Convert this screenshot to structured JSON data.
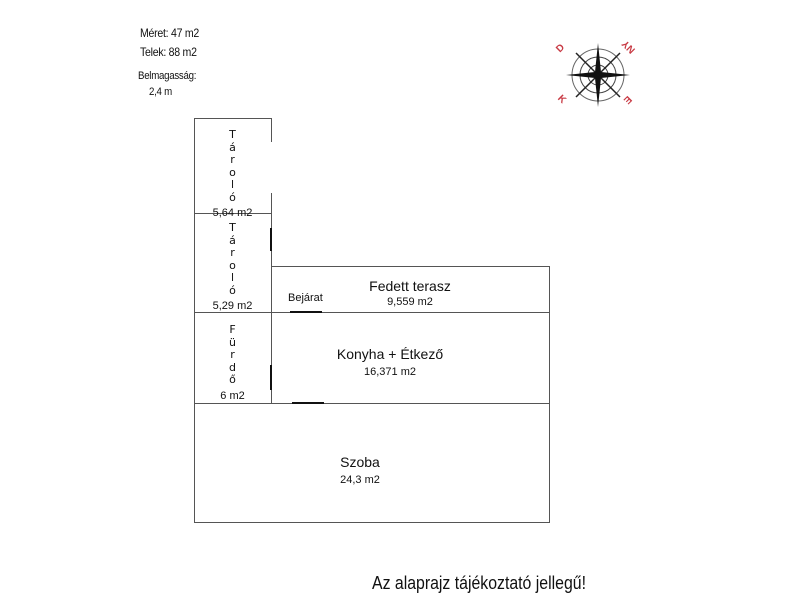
{
  "info": {
    "size": "Méret: 47 m2",
    "plot": "Telek: 88 m2",
    "ceiling_label": "Belmagasság:",
    "ceiling_value": "2,4 m"
  },
  "compass": {
    "icon": "compass-rose-icon",
    "letters": {
      "top_left": "D",
      "top_right": "NY",
      "bottom_left": "K",
      "bottom_right": "E"
    },
    "letter_color": "#c83a44"
  },
  "rooms": {
    "storage1": {
      "name": "Tároló",
      "area": "5,64 m2"
    },
    "storage2": {
      "name": "Tároló",
      "area": "5,29 m2"
    },
    "bathroom": {
      "name": "Fürdő",
      "area": "6 m2"
    },
    "terrace": {
      "name": "Fedett terasz",
      "area": "9,559 m2"
    },
    "kitchen": {
      "name": "Konyha + Étkező",
      "area": "16,371 m2"
    },
    "room": {
      "name": "Szoba",
      "area": "24,3 m2"
    }
  },
  "entrance_label": "Bejárat",
  "disclaimer": "Az alaprajz tájékoztató jellegű!"
}
